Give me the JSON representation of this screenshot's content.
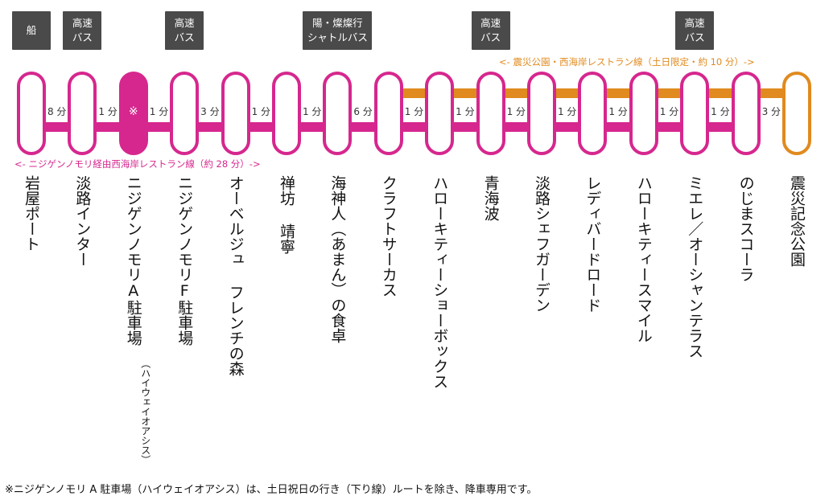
{
  "colors": {
    "pink": "#d6278e",
    "orange": "#e08a1f",
    "badge": "#4a4a4a"
  },
  "badges": [
    {
      "station": 0,
      "lines": [
        "船"
      ]
    },
    {
      "station": 1,
      "lines": [
        "高速",
        "バス"
      ]
    },
    {
      "station": 3,
      "lines": [
        "高速",
        "バス"
      ]
    },
    {
      "station": 6,
      "lines": [
        "陽・燦燦行",
        "シャトルバス"
      ]
    },
    {
      "station": 9,
      "lines": [
        "高速",
        "バス"
      ]
    },
    {
      "station": 13,
      "lines": [
        "高速",
        "バス"
      ]
    }
  ],
  "stations": [
    {
      "name": "岩屋ポート"
    },
    {
      "name": "淡路インター"
    },
    {
      "name": "ニジゲンノモリA駐車場",
      "sub": "（ハイウェイオアシス）",
      "current": true,
      "mark": "※"
    },
    {
      "name": "ニジゲンノモリF駐車場"
    },
    {
      "name": "オーベルジュ フレンチの森"
    },
    {
      "name": "禅坊 靖寧"
    },
    {
      "name": "海神人（あまん）の食卓"
    },
    {
      "name": "クラフトサーカス"
    },
    {
      "name": "ハローキティーショーボックス"
    },
    {
      "name": "青海波"
    },
    {
      "name": "淡路シェフガーデン"
    },
    {
      "name": "レディバードロード"
    },
    {
      "name": "ハローキティースマイル"
    },
    {
      "name": "ミエレ／オーシャンテラス"
    },
    {
      "name": "のじまスコーラ"
    },
    {
      "name": "震災記念公園",
      "terminal": true
    }
  ],
  "segments": [
    "8 分",
    "1 分",
    "1 分",
    "3 分",
    "1 分",
    "1 分",
    "6 分",
    "1 分",
    "1 分",
    "1 分",
    "1 分",
    "1 分",
    "1 分",
    "1 分",
    "3 分"
  ],
  "routes": {
    "orange_label": "<- 震災公園・西海岸レストラン線（土日限定・約 10 分）->",
    "pink_label": "<- ニジゲンノモリ経由西海岸レストラン線（約 28 分）->"
  },
  "footnote": "※ニジゲンノモリ A 駐車場（ハイウェイオアシス）は、土日祝日の行き（下り線）ルートを除き、降車専用です。"
}
